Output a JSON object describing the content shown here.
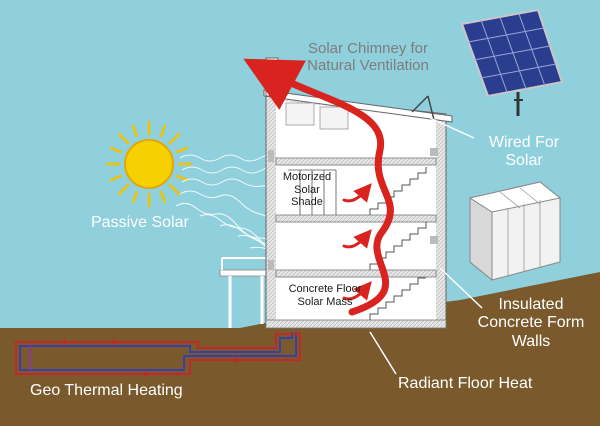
{
  "labels": {
    "solar_chimney": [
      "Solar Chimney for",
      "Natural Ventilation"
    ],
    "wired_for_solar": [
      "Wired For",
      "Solar"
    ],
    "passive_solar": "Passive Solar",
    "motorized_shade": [
      "Motorized",
      "Solar",
      "Shade"
    ],
    "concrete_floor": [
      "Concrete Floor",
      "Solar Mass"
    ],
    "insulated_walls": [
      "Insulated",
      "Concrete Form",
      "Walls"
    ],
    "geo_thermal": "Geo Thermal Heating",
    "radiant_floor": "Radiant Floor Heat"
  },
  "colors": {
    "sky": "#8fd0dc",
    "ground": "#7a5a2c",
    "sun": "#f2c200",
    "airflow": "#d8231f",
    "geo_pipe_red": "#c0282a",
    "geo_pipe_blue": "#3a3fa8",
    "geo_pipe_purple": "#8a3a9a",
    "building": "#ffffff",
    "panel": "#2b3d8f"
  }
}
